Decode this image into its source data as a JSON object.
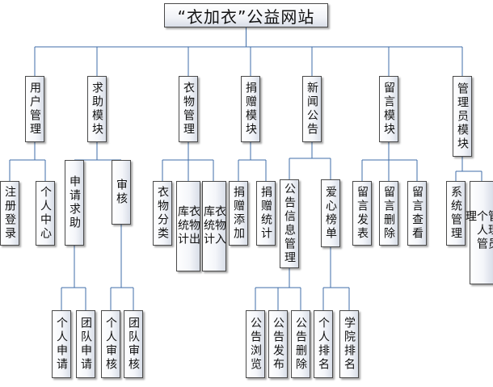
{
  "diagram": {
    "title": "“衣加衣”公益网站",
    "modules": {
      "user": "用户管理",
      "help": "求助模块",
      "clothes": "衣物管理",
      "donate": "捐赠模块",
      "news": "新闻公告",
      "message": "留言模块",
      "admin": "管理员模块"
    },
    "items": {
      "register": "注册登录",
      "personal_center": "个人中心",
      "apply_help": "申请求助",
      "review": "审核",
      "clothes_category": "衣物分类",
      "clothes_out_stats": "衣物出库统计",
      "clothes_in_stats": "衣物入库统计",
      "donate_add": "捐赠添加",
      "donate_stats": "捐赠统计",
      "notice_info": "公告信息管理",
      "love_board": "爱心榜单",
      "msg_post": "留言发表",
      "msg_delete": "留言删除",
      "msg_view": "留言查看",
      "sys_manage": "系统管理",
      "admin_personal": "管理员个人管理",
      "personal_apply": "个人申请",
      "team_apply": "团队申请",
      "personal_review": "个人审核",
      "team_review": "团队审核",
      "notice_browse": "公告浏览",
      "notice_publish": "公告发布",
      "notice_delete": "公告删除",
      "personal_rank": "个人排名",
      "college_rank": "学院排名"
    }
  }
}
